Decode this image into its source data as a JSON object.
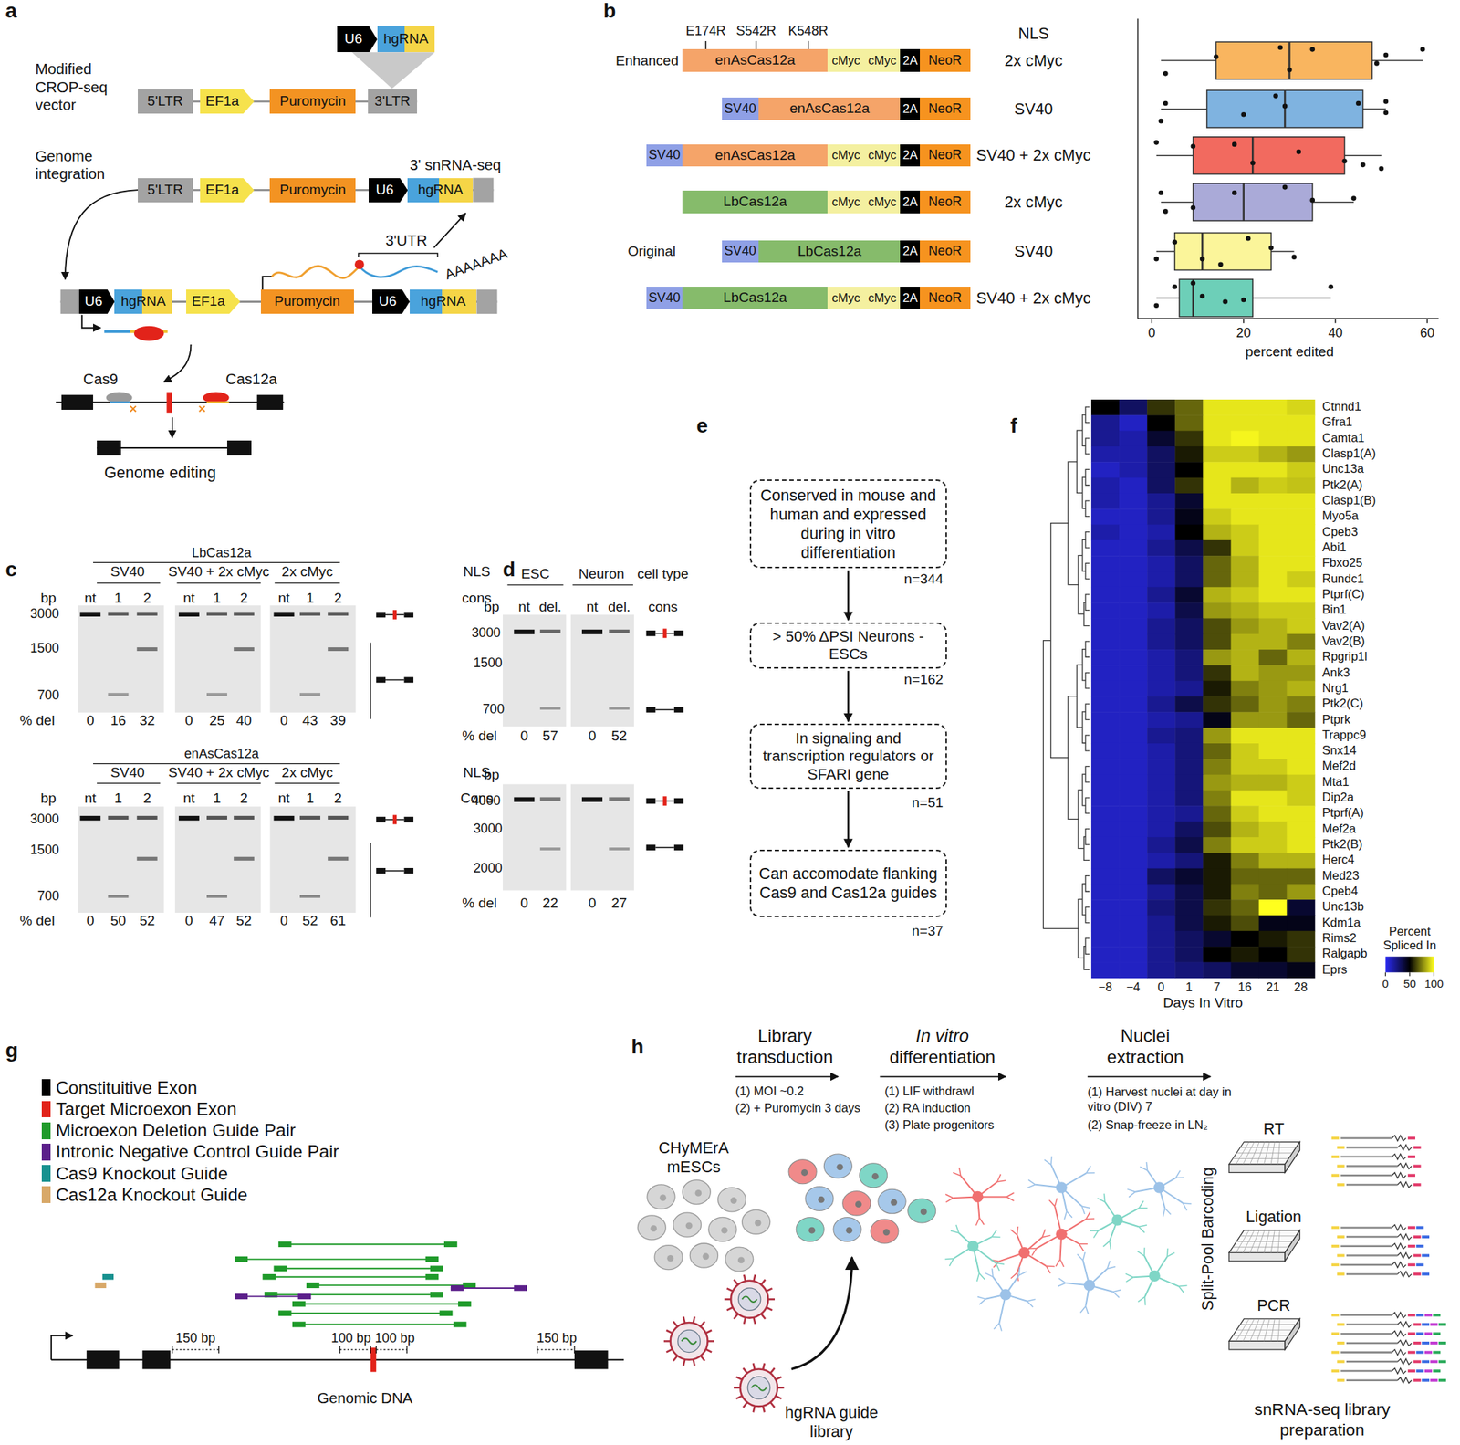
{
  "diagram": {
    "nodes": [
      {
        "text": [
          "U6"
        ]
      },
      {
        "text": [
          "hgRNA"
        ]
      },
      {
        "text": [
          "5'LTR"
        ]
      },
      {
        "text": [
          "EF1a"
        ]
      },
      {
        "text": [
          "Puromycin"
        ]
      },
      {
        "text": [
          "3'LTR"
        ]
      },
      {
        "text": [
          "5'LTR"
        ]
      },
      {
        "text": [
          "EF1a"
        ]
      },
      {
        "text": [
          "Puromycin"
        ]
      },
      {
        "text": [
          "U6"
        ]
      },
      {
        "text": [
          "hgRNA"
        ]
      },
      {
        "text": [
          "U6"
        ]
      },
      {
        "text": [
          "hgRNA"
        ]
      },
      {
        "text": [
          "EF1a"
        ]
      },
      {
        "text": [
          "Puromycin"
        ]
      },
      {
        "text": [
          "U6"
        ]
      },
      {
        "text": [
          "hgRNA"
        ]
      },
      {
        "text": [
          "enAsCas12a"
        ]
      },
      {
        "text": [
          "cMyc"
        ]
      },
      {
        "text": [
          "cMyc"
        ]
      },
      {
        "text": [
          "2A"
        ]
      },
      {
        "text": [
          "NeoR"
        ]
      },
      {
        "text": [
          "SV40"
        ]
      },
      {
        "text": [
          "enAsCas12a"
        ]
      },
      {
        "text": [
          "2A"
        ]
      },
      {
        "text": [
          "NeoR"
        ]
      },
      {
        "text": [
          "SV40"
        ]
      },
      {
        "text": [
          "enAsCas12a"
        ]
      },
      {
        "text": [
          "cMyc"
        ]
      },
      {
        "text": [
          "cMyc"
        ]
      },
      {
        "text": [
          "2A"
        ]
      },
      {
        "text": [
          "NeoR"
        ]
      },
      {
        "text": [
          "LbCas12a"
        ]
      },
      {
        "text": [
          "cMyc"
        ]
      },
      {
        "text": [
          "cMyc"
        ]
      },
      {
        "text": [
          "2A"
        ]
      },
      {
        "text": [
          "NeoR"
        ]
      },
      {
        "text": [
          "SV40"
        ]
      },
      {
        "text": [
          "LbCas12a"
        ]
      },
      {
        "text": [
          "2A"
        ]
      },
      {
        "text": [
          "NeoR"
        ]
      },
      {
        "text": [
          "SV40"
        ]
      },
      {
        "text": [
          "LbCas12a"
        ]
      },
      {
        "text": [
          "cMyc"
        ]
      },
      {
        "text": [
          "cMyc"
        ]
      },
      {
        "text": [
          "2A"
        ]
      },
      {
        "text": [
          "NeoR"
        ]
      },
      {
        "text": [
          "Conserved in mouse and human and expressed during in vitro differentiation"
        ]
      },
      {
        "text": [
          "> 50% ΔPSI Neurons - ESCs"
        ]
      },
      {
        "text": [
          "In signaling and transcription regulators or SFARI gene"
        ]
      },
      {
        "text": [
          "Can accomodate flanking Cas9 and Cas12a guides"
        ]
      }
    ],
    "edges": [
      {
        "from": 47,
        "to": 48,
        "arrow": "to"
      },
      {
        "from": 48,
        "to": 49,
        "arrow": "to"
      },
      {
        "from": 49,
        "to": 50,
        "arrow": "to"
      }
    ],
    "labels": [
      "a",
      "b",
      "c",
      "d",
      "e",
      "f",
      "g",
      "h",
      "Modified CROP-seq vector",
      "Genome integration",
      "3' snRNA-seq",
      "3'UTR",
      "AAAAAAA",
      "Cas9",
      "Cas12a",
      "Genome editing",
      "E174R",
      "S542R",
      "K548R",
      "NLS",
      "Enhanced",
      "Original",
      "2x cMyc",
      "SV40",
      "SV40 + 2x cMyc",
      "2x cMyc",
      "SV40",
      "SV40 + 2x cMyc",
      "0",
      "20",
      "40",
      "60",
      "percent edited",
      "LbCas12a",
      "SV40",
      "SV40 + 2x cMyc",
      "2x cMyc",
      "NLS",
      "bp",
      "nt",
      "1",
      "2",
      "nt",
      "1",
      "2",
      "nt",
      "1",
      "2",
      "cons",
      "3000",
      "1500",
      "700",
      "% del",
      "0",
      "16",
      "32",
      "0",
      "25",
      "40",
      "0",
      "43",
      "39",
      "enAsCas12a",
      "SV40",
      "SV40 + 2x cMyc",
      "2x cMyc",
      "NLS",
      "bp",
      "nt",
      "1",
      "2",
      "nt",
      "1",
      "2",
      "nt",
      "1",
      "2",
      "Cons",
      "3000",
      "1500",
      "700",
      "% del",
      "0",
      "50",
      "52",
      "0",
      "47",
      "52",
      "0",
      "52",
      "61",
      "ESC",
      "Neuron",
      "cell type",
      "bp",
      "nt",
      "del.",
      "nt",
      "del.",
      "cons",
      "3000",
      "1500",
      "700",
      "% del",
      "0",
      "57",
      "0",
      "52",
      "bp",
      "4000",
      "3000",
      "2000",
      "% del",
      "0",
      "22",
      "0",
      "27",
      "n=344",
      "n=162",
      "n=51",
      "n=37",
      "Ctnnd1",
      "Gfra1",
      "Camta1",
      "Clasp1(A)",
      "Unc13a",
      "Ptk2(A)",
      "Clasp1(B)",
      "Myo5a",
      "Cpeb3",
      "Abi1",
      "Fbxo25",
      "Rundc1",
      "Ptprf(C)",
      "Bin1",
      "Vav2(A)",
      "Vav2(B)",
      "Rpgrip1l",
      "Ank3",
      "Nrg1",
      "Ptk2(C)",
      "Ptprk",
      "Trappc9",
      "Snx14",
      "Mef2d",
      "Mta1",
      "Dip2a",
      "Ptprf(A)",
      "Mef2a",
      "Ptk2(B)",
      "Herc4",
      "Med23",
      "Cpeb4",
      "Unc13b",
      "Kdm1a",
      "Rims2",
      "Ralgapb",
      "Eprs",
      "−8",
      "−4",
      "0",
      "1",
      "7",
      "16",
      "21",
      "28",
      "Days In Vitro",
      "Percent Spliced In",
      "0",
      "50",
      "100",
      "150 bp",
      "100 bp",
      "100 bp",
      "150 bp",
      "Genomic DNA",
      "Library transduction",
      "(1) MOI ~0.2",
      "(2) + Puromycin 3 days",
      "In vitro differentiation",
      "(1) LIF withdrawl",
      "(2) RA induction",
      "(3) Plate progenitors",
      "Nuclei extraction",
      "(1) Harvest nuclei at day in vitro (DIV) 7",
      "(2) Snap-freeze in LN₂",
      "CHyMErA mESCs",
      "hgRNA guide library",
      "RT",
      "Ligation",
      "PCR",
      "Split-Pool Barcoding",
      "snRNA-seq library preparation"
    ],
    "legend": [
      {
        "text": "Constituitive Exon",
        "color": "#000000"
      },
      {
        "text": "Target Microexon Exon",
        "color": "#e2231a"
      },
      {
        "text": "Microexon Deletion Guide Pair",
        "color": "#1f9a2a"
      },
      {
        "text": "Intronic Negative Control Guide Pair",
        "color": "#5b1f8a"
      },
      {
        "text": "Cas9 Knockout Guide",
        "color": "#17918f"
      },
      {
        "text": "Cas12a Knockout Guide",
        "color": "#d8a868"
      }
    ]
  }
}
